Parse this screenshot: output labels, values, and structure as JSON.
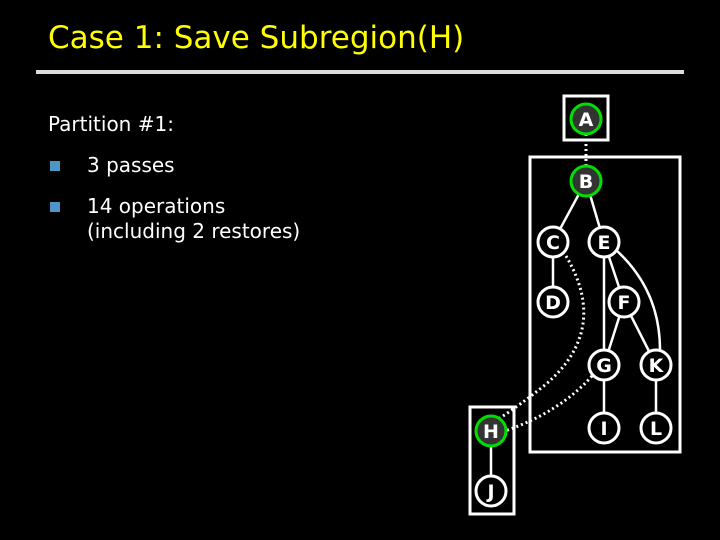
{
  "title": "Case 1: Save Subregion(H)",
  "heading": "Partition #1:",
  "bullets": [
    {
      "line1": "3 passes"
    },
    {
      "line1": "14 operations",
      "line2": "(including 2 restores)"
    }
  ],
  "colors": {
    "title": "#ffff00",
    "bullet": "#4e96c8",
    "highlight_ring": "#00e000"
  },
  "graph": {
    "nodes": [
      {
        "id": "A",
        "highlighted": true
      },
      {
        "id": "B",
        "highlighted": true
      },
      {
        "id": "C",
        "highlighted": false
      },
      {
        "id": "D",
        "highlighted": false
      },
      {
        "id": "E",
        "highlighted": false
      },
      {
        "id": "F",
        "highlighted": false
      },
      {
        "id": "G",
        "highlighted": false
      },
      {
        "id": "K",
        "highlighted": false
      },
      {
        "id": "I",
        "highlighted": false
      },
      {
        "id": "L",
        "highlighted": false
      },
      {
        "id": "H",
        "highlighted": true
      },
      {
        "id": "J",
        "highlighted": false
      }
    ],
    "edges": [
      {
        "from": "A",
        "to": "B",
        "style": "dotted"
      },
      {
        "from": "B",
        "to": "C",
        "style": "solid"
      },
      {
        "from": "B",
        "to": "E",
        "style": "solid"
      },
      {
        "from": "C",
        "to": "D",
        "style": "solid"
      },
      {
        "from": "E",
        "to": "F",
        "style": "solid"
      },
      {
        "from": "E",
        "to": "G",
        "style": "solid"
      },
      {
        "from": "E",
        "to": "K",
        "style": "solid"
      },
      {
        "from": "F",
        "to": "G",
        "style": "solid"
      },
      {
        "from": "F",
        "to": "K",
        "style": "solid"
      },
      {
        "from": "G",
        "to": "I",
        "style": "solid"
      },
      {
        "from": "K",
        "to": "L",
        "style": "solid"
      },
      {
        "from": "H",
        "to": "J",
        "style": "solid"
      },
      {
        "from": "C",
        "to": "H",
        "style": "dotted"
      },
      {
        "from": "G",
        "to": "H",
        "style": "dotted"
      }
    ],
    "groups": [
      [
        "A"
      ],
      [
        "B",
        "C",
        "D",
        "E",
        "F",
        "G",
        "K",
        "I",
        "L"
      ],
      [
        "H",
        "J"
      ]
    ]
  }
}
